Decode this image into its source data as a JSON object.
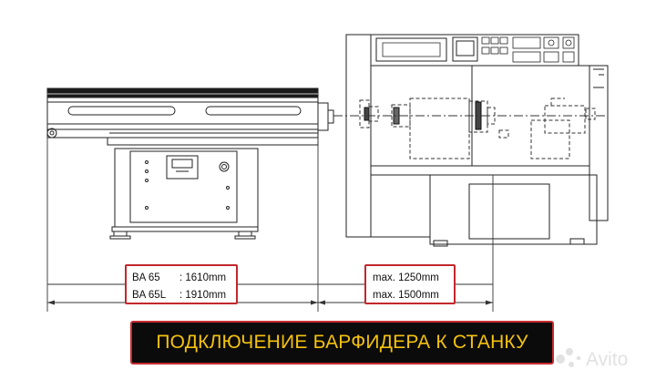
{
  "left_specs": [
    {
      "model": "BA 65",
      "length": ":  1610mm"
    },
    {
      "model": "BA 65L",
      "length": ": 1910mm"
    }
  ],
  "right_specs": [
    "max. 1250mm",
    "max. 1500mm"
  ],
  "banner_title": "ПОДКЛЮЧЕНИЕ БАРФИДЕРА К СТАНКУ",
  "watermark_text": "Avito",
  "colors": {
    "line": "#222222",
    "dashed": "#333333",
    "box_border": "#c0282d",
    "banner_bg": "#0b0b0b",
    "banner_text": "#f4c20d"
  }
}
